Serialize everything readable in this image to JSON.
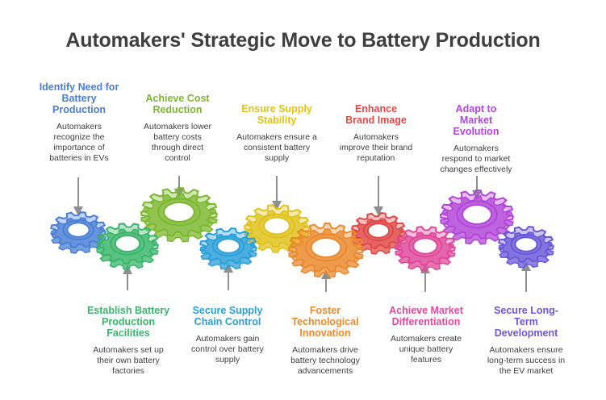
{
  "title": "Automakers' Strategic Move to Battery Production",
  "steps": [
    {
      "title": "Identify Need for Battery Production",
      "desc": "Automakers recognize the importance of batteries in EVs",
      "color": "#4a7fd6",
      "position": "top"
    },
    {
      "title": "Establish Battery Production Facilities",
      "desc": "Automakers set up their own battery factories",
      "color": "#3ab56b",
      "position": "bottom"
    },
    {
      "title": "Achieve Cost Reduction",
      "desc": "Automakers lower battery costs through direct control",
      "color": "#7cb82f",
      "position": "top"
    },
    {
      "title": "Secure Supply Chain Control",
      "desc": "Automakers gain control over battery supply",
      "color": "#2a9fd8",
      "position": "bottom"
    },
    {
      "title": "Ensure Supply Stability",
      "desc": "Automakers ensure a consistent battery supply",
      "color": "#e0c21a",
      "position": "top"
    },
    {
      "title": "Foster Technological Innovation",
      "desc": "Automakers drive battery technology advancements",
      "color": "#ea8a2c",
      "position": "bottom"
    },
    {
      "title": "Enhance Brand Image",
      "desc": "Automakers improve their brand reputation",
      "color": "#e04848",
      "position": "top"
    },
    {
      "title": "Achieve Market Differentiation",
      "desc": "Automakers create unique battery features",
      "color": "#e0489a",
      "position": "bottom"
    },
    {
      "title": "Adapt to Market Evolution",
      "desc": "Automakers respond to market changes effectively",
      "color": "#b146d8",
      "position": "top"
    },
    {
      "title": "Secure Long-Term Development",
      "desc": "Automakers ensure long-term success in the EV market",
      "color": "#6a58d8",
      "position": "bottom"
    }
  ]
}
